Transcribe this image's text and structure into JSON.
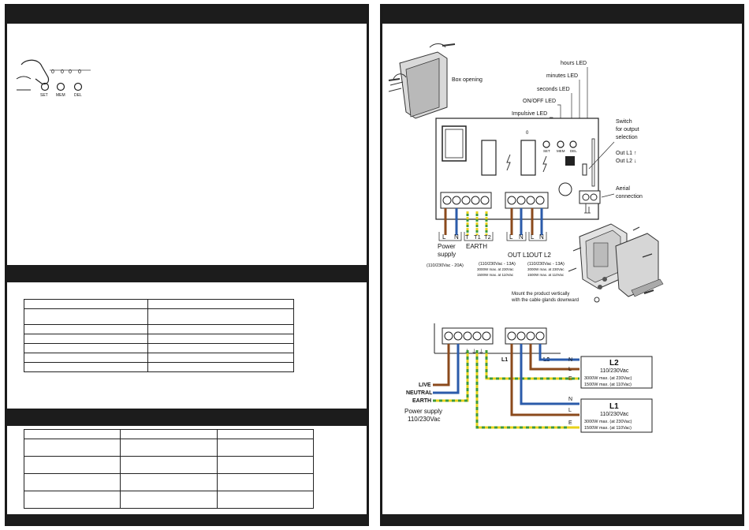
{
  "left_page": {
    "keypad": {
      "button_labels": [
        "SET",
        "MEM",
        "DEL"
      ],
      "led_marks": [
        "0",
        "0",
        "0",
        "0"
      ]
    }
  },
  "right_page": {
    "box_opening_label": "Box opening",
    "led_labels": {
      "hours": "hours LED",
      "minutes": "minutes LED",
      "seconds": "seconds LED",
      "onoff": "ON/OFF LED",
      "impulsive": "Impulsive LED"
    },
    "board_buttons": [
      "SET",
      "MEM",
      "DEL"
    ],
    "switch_label": [
      "Switch",
      "for output",
      "selection"
    ],
    "out_select": [
      "Out L1 ↑",
      "Out L2 ↓"
    ],
    "aerial_label": [
      "Aerial",
      "connection"
    ],
    "terminals": {
      "power": [
        "L",
        "N"
      ],
      "power_caption": [
        "Power",
        "supply"
      ],
      "power_rating": "(110/230Vac - 20A)",
      "earth": [
        "T",
        "T1",
        "T2"
      ],
      "earth_caption": "EARTH",
      "out_l1": [
        "L",
        "N"
      ],
      "out_l1_caption": "OUT L1",
      "out_l1_rating": [
        "(110/230Vac - 13A)",
        "3000W max. at 230Vac",
        "1500W max. at 110Vac"
      ],
      "out_l2": [
        "L",
        "N"
      ],
      "out_l2_caption": "OUT L2",
      "out_l2_rating": [
        "(110/230Vac - 13A)",
        "3000W max. at 230Vac",
        "1500W max. at 110Vac"
      ]
    },
    "mount_note": [
      "Mount the product vertically",
      "with the cable glands downward"
    ],
    "wiring": {
      "live": "LIVE",
      "neutral": "NEUTRAL",
      "earth": "EARTH",
      "supply": [
        "Power supply",
        "110/230Vac"
      ],
      "tag_l1": "L1",
      "tag_l2": "L2",
      "load_l2": {
        "name": "L2",
        "voltage": "110/230Vac",
        "line1": "3000W max. (at 230Vac)",
        "line2": "1500W max. (at 110Vac)",
        "pins": [
          "N",
          "L",
          "E"
        ]
      },
      "load_l1": {
        "name": "L1",
        "voltage": "110/230Vac",
        "line1": "3000W max. (at 230Vac)",
        "line2": "1500W max. (at 110Vac)",
        "pins": [
          "N",
          "L",
          "E"
        ]
      }
    }
  },
  "colors": {
    "brown": "#8B4A1C",
    "blue": "#2B5BAA",
    "yellow": "#E8D21A",
    "green": "#3E9A3A",
    "dark_bar": "#1c1c1c"
  }
}
